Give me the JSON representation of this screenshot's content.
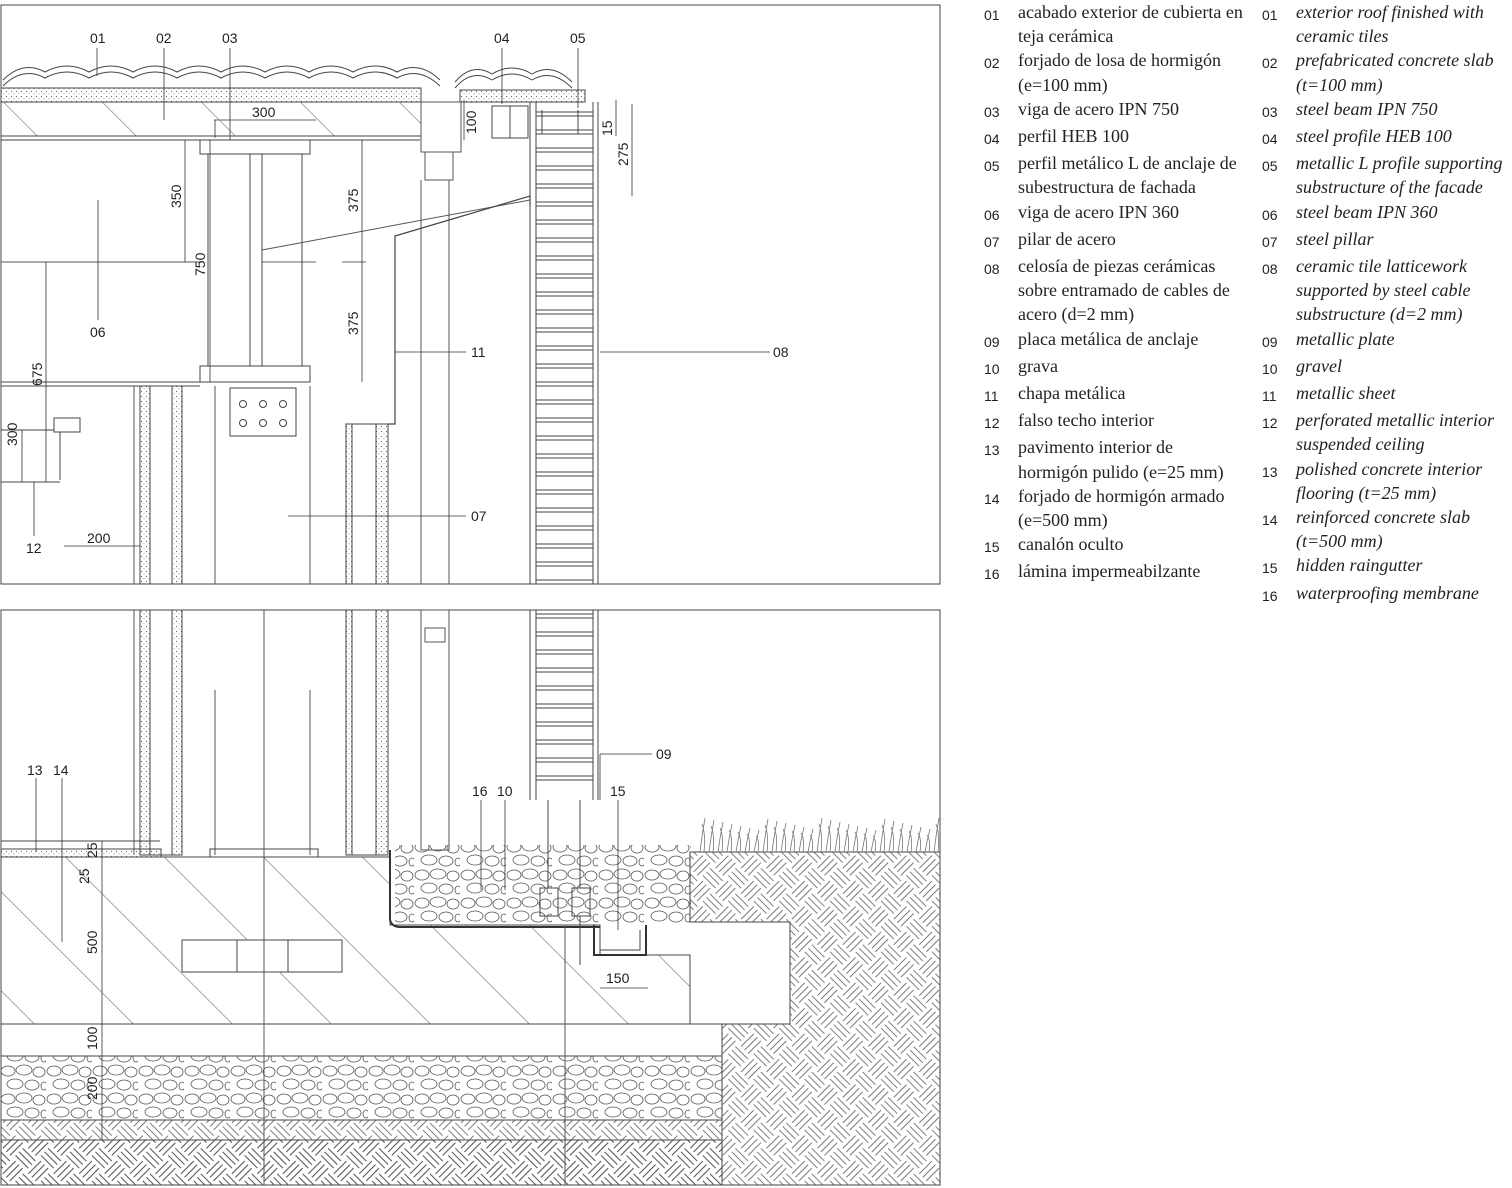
{
  "top_callouts": {
    "c01": "01",
    "c02": "02",
    "c03": "03",
    "c04": "04",
    "c05": "05",
    "c06": "06",
    "c07": "07",
    "c08": "08",
    "c11": "11",
    "c12": "12"
  },
  "top_dimensions": {
    "d300_top": "300",
    "d100": "100",
    "d15": "15",
    "d275": "275",
    "d350": "350",
    "d375_a": "375",
    "d375_b": "375",
    "d750": "750",
    "d675": "675",
    "d300_left": "300",
    "d200": "200"
  },
  "bottom_callouts": {
    "c09": "09",
    "c13": "13",
    "c14": "14",
    "c15": "15",
    "c16": "16",
    "c10": "10"
  },
  "bottom_dimensions": {
    "d25_a": "25",
    "d25_b": "25",
    "d500": "500",
    "d150": "150",
    "d100": "100",
    "d200": "200"
  },
  "legend_es": [
    {
      "num": "01",
      "text": "acabado exterior de cubierta en teja cerámica"
    },
    {
      "num": "02",
      "text": "forjado de losa de hormigón (e=100 mm)"
    },
    {
      "num": "03",
      "text": "viga de acero IPN 750"
    },
    {
      "num": "04",
      "text": "perfil HEB 100"
    },
    {
      "num": "05",
      "text": "perfil metálico L de anclaje de subestructura de fachada"
    },
    {
      "num": "06",
      "text": "viga de acero IPN 360"
    },
    {
      "num": "07",
      "text": "pilar de acero"
    },
    {
      "num": "08",
      "text": "celosía de piezas cerámicas sobre entramado de cables de acero (d=2 mm)"
    },
    {
      "num": "09",
      "text": "placa metálica de anclaje"
    },
    {
      "num": "10",
      "text": "grava"
    },
    {
      "num": "11",
      "text": "chapa metálica"
    },
    {
      "num": "12",
      "text": "falso techo interior"
    },
    {
      "num": "13",
      "text": "pavimento interior de hormigón pulido (e=25 mm)"
    },
    {
      "num": "14",
      "text": "forjado de hormigón armado (e=500 mm)"
    },
    {
      "num": "15",
      "text": "canalón oculto"
    },
    {
      "num": "16",
      "text": "lámina impermeabilzante"
    }
  ],
  "legend_en": [
    {
      "num": "01",
      "text": "exterior roof finished with ceramic tiles"
    },
    {
      "num": "02",
      "text": "prefabricated concrete slab (t=100 mm)"
    },
    {
      "num": "03",
      "text": "steel beam IPN 750"
    },
    {
      "num": "04",
      "text": "steel profile HEB 100"
    },
    {
      "num": "05",
      "text": "metallic L profile supporting substructure of the facade"
    },
    {
      "num": "06",
      "text": "steel beam IPN 360"
    },
    {
      "num": "07",
      "text": "steel pillar"
    },
    {
      "num": "08",
      "text": "ceramic tile latticework supported by steel cable substructure (d=2 mm)"
    },
    {
      "num": "09",
      "text": "metallic plate"
    },
    {
      "num": "10",
      "text": "gravel"
    },
    {
      "num": "11",
      "text": "metallic sheet"
    },
    {
      "num": "12",
      "text": "perforated metallic interior suspended ceiling"
    },
    {
      "num": "13",
      "text": "polished concrete interior flooring (t=25 mm)"
    },
    {
      "num": "14",
      "text": "reinforced concrete slab (t=500 mm)"
    },
    {
      "num": "15",
      "text": "hidden raingutter"
    },
    {
      "num": "16",
      "text": "waterproofing membrane"
    }
  ]
}
